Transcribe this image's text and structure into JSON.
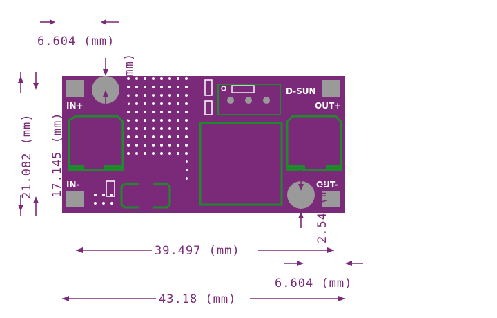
{
  "board": {
    "brand": "D-SUN",
    "labels": {
      "in_plus": "IN+",
      "in_minus": "IN-",
      "out_plus": "OUT+",
      "out_minus": "OUT-"
    }
  },
  "dimensions": {
    "top_hole_offset": "6.604 (mm)",
    "top_hole_diameter": "2.54 (mm)",
    "board_height": "21.082 (mm)",
    "hole_spacing_vertical": "17.145 (mm)",
    "hole_spacing_horizontal": "39.497 (mm)",
    "bottom_hole_offset": "6.604 (mm)",
    "bottom_hole_diameter": "2.54 (mm)",
    "board_width": "43.18 (mm)"
  },
  "colors": {
    "board_fill": "#7a2a78",
    "silkscreen": "#ffffff",
    "copper_outline": "#1f8a2c",
    "pad": "#9a9a9a",
    "dimension": "#7a2a78"
  }
}
